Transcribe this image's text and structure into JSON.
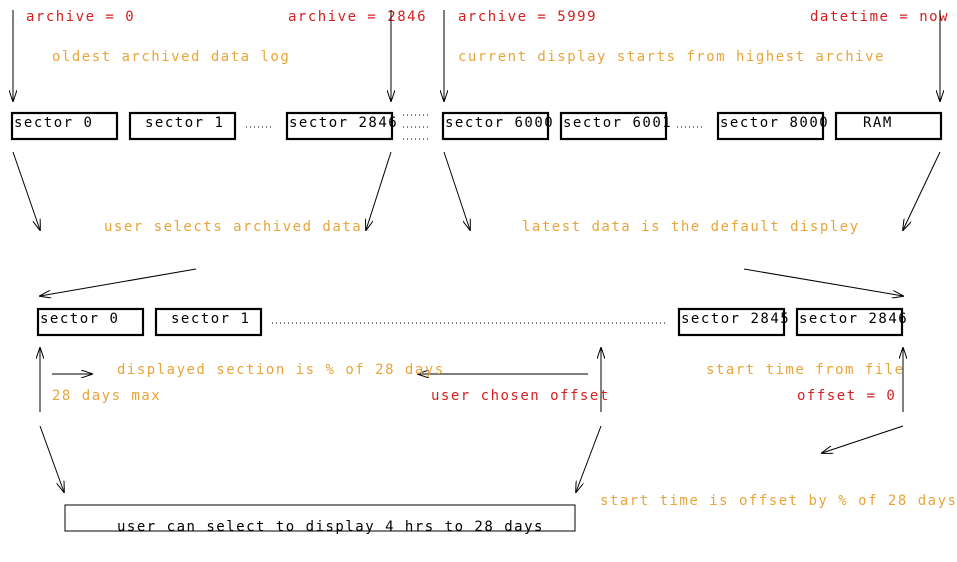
{
  "top_labels": {
    "archive_0": "archive = 0",
    "archive_2846": "archive = 2846",
    "archive_5999": "archive = 5999",
    "datetime_now": "datetime = now",
    "oldest_log": "oldest archived data log",
    "current_display": "current display starts from highest archive"
  },
  "top_sectors": {
    "s0": "sector 0",
    "s1": "sector 1",
    "s2846": "sector 2846",
    "s6000": "sector 6000",
    "s6001": "sector 6001",
    "s8000": "sector 8000",
    "ram": "RAM"
  },
  "middle_labels": {
    "user_selects": "user selects archived data",
    "latest_default": "latest data is the default displey"
  },
  "bottom_sectors": {
    "s0": "sector 0",
    "s1": "sector 1",
    "s2845": "sector 2845",
    "s2846": "sector 2846"
  },
  "bottom_labels": {
    "displayed_section": "displayed section is % of 28 days",
    "max_28_days": "28 days max",
    "user_offset": "user chosen offset",
    "start_from_file": "start time from file",
    "offset_zero": "offset = 0",
    "start_offset": "start time is offset by % of 28 days",
    "select_display": "user can select to display 4 hrs to 28 days"
  },
  "colors": {
    "red": "#d42020",
    "orange": "#e8a53a",
    "black": "#000000"
  }
}
